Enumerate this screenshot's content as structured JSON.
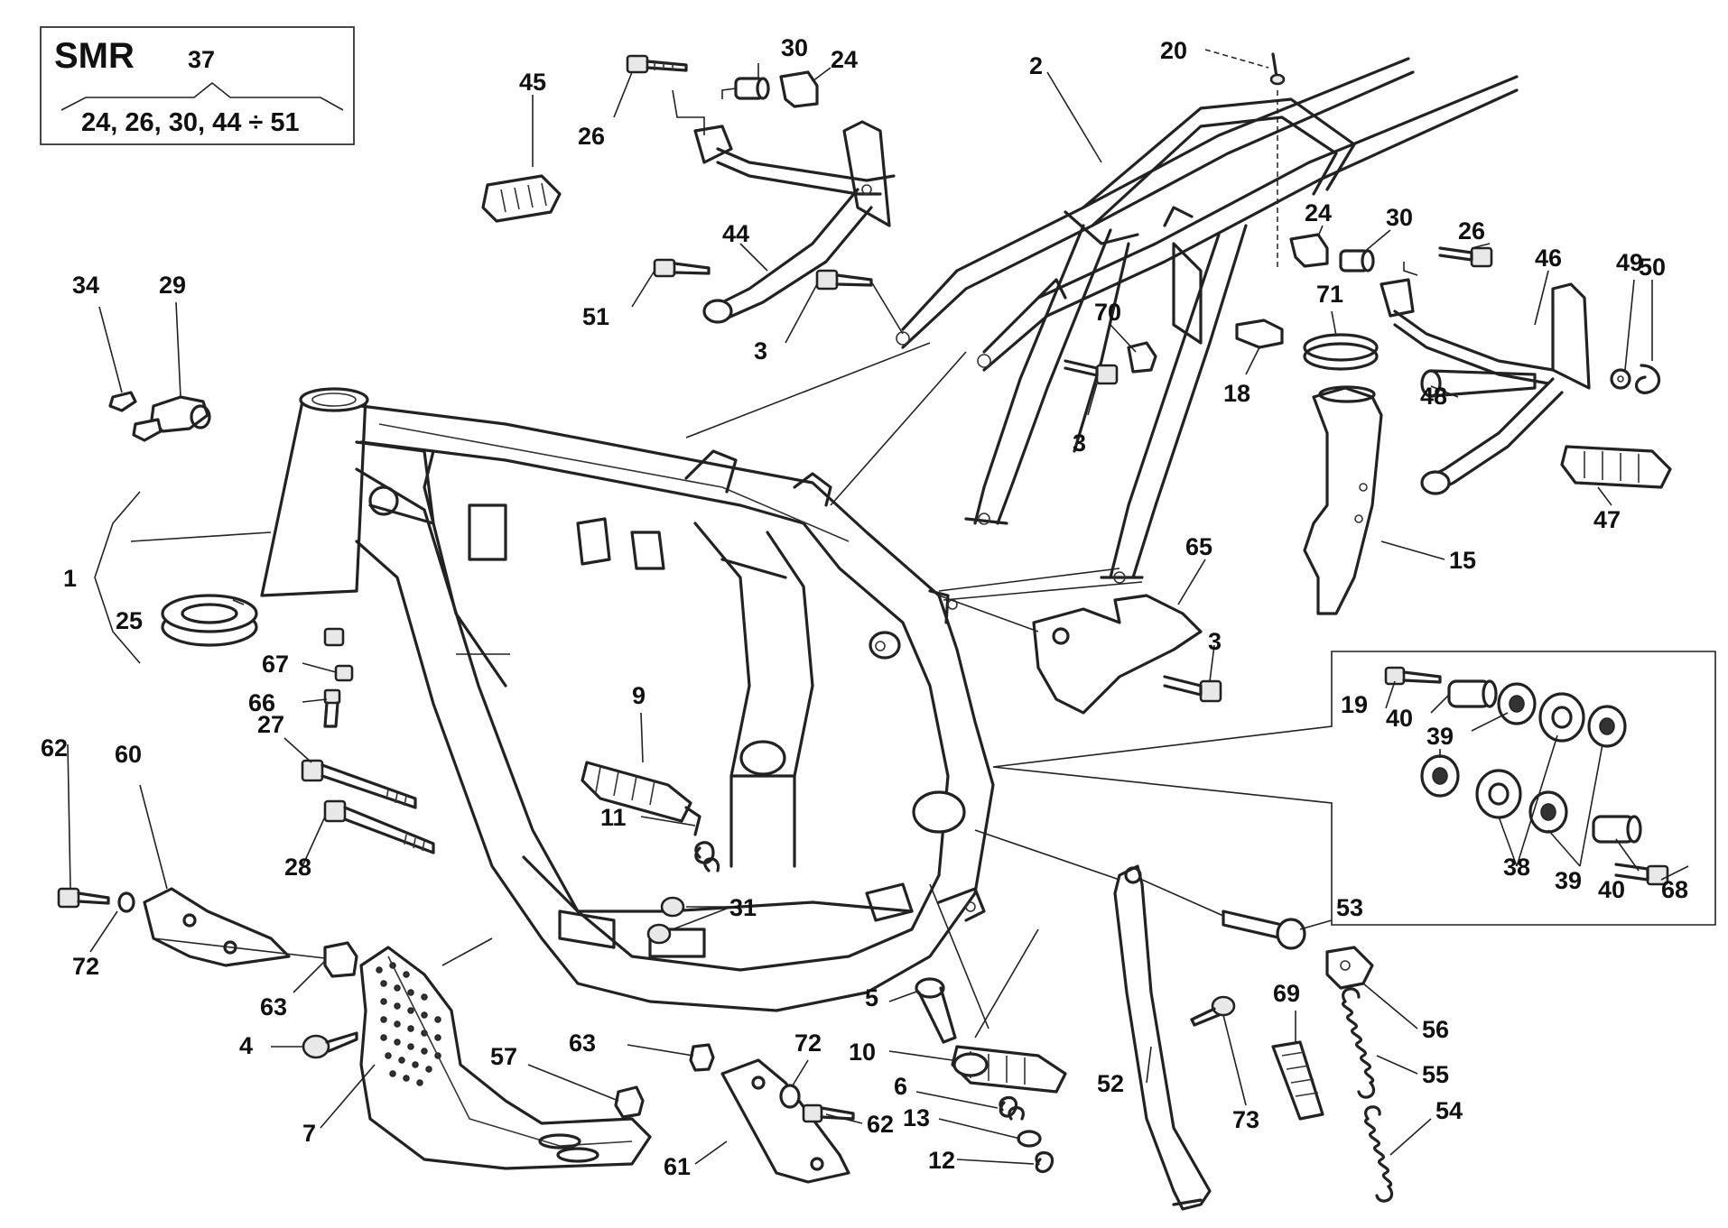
{
  "model_box": {
    "title": "SMR",
    "group_number": "37",
    "group_parts": "24, 26, 30, 44 ÷ 51"
  },
  "callouts": [
    {
      "id": "c1",
      "text": "1"
    },
    {
      "id": "c2",
      "text": "2"
    },
    {
      "id": "c3a",
      "text": "3"
    },
    {
      "id": "c3b",
      "text": "3"
    },
    {
      "id": "c3c",
      "text": "3"
    },
    {
      "id": "c4",
      "text": "4"
    },
    {
      "id": "c5",
      "text": "5"
    },
    {
      "id": "c6",
      "text": "6"
    },
    {
      "id": "c7",
      "text": "7"
    },
    {
      "id": "c9",
      "text": "9"
    },
    {
      "id": "c10",
      "text": "10"
    },
    {
      "id": "c11",
      "text": "11"
    },
    {
      "id": "c12",
      "text": "12"
    },
    {
      "id": "c13",
      "text": "13"
    },
    {
      "id": "c15",
      "text": "15"
    },
    {
      "id": "c18",
      "text": "18"
    },
    {
      "id": "c19",
      "text": "19"
    },
    {
      "id": "c20",
      "text": "20"
    },
    {
      "id": "c24a",
      "text": "24"
    },
    {
      "id": "c24b",
      "text": "24"
    },
    {
      "id": "c25",
      "text": "25"
    },
    {
      "id": "c26a",
      "text": "26"
    },
    {
      "id": "c26b",
      "text": "26"
    },
    {
      "id": "c27",
      "text": "27"
    },
    {
      "id": "c28",
      "text": "28"
    },
    {
      "id": "c29",
      "text": "29"
    },
    {
      "id": "c30a",
      "text": "30"
    },
    {
      "id": "c30b",
      "text": "30"
    },
    {
      "id": "c31",
      "text": "31"
    },
    {
      "id": "c34",
      "text": "34"
    },
    {
      "id": "c38",
      "text": "38"
    },
    {
      "id": "c39a",
      "text": "39"
    },
    {
      "id": "c39b",
      "text": "39"
    },
    {
      "id": "c40a",
      "text": "40"
    },
    {
      "id": "c40b",
      "text": "40"
    },
    {
      "id": "c44",
      "text": "44"
    },
    {
      "id": "c45",
      "text": "45"
    },
    {
      "id": "c46",
      "text": "46"
    },
    {
      "id": "c47",
      "text": "47"
    },
    {
      "id": "c48",
      "text": "48"
    },
    {
      "id": "c49",
      "text": "49"
    },
    {
      "id": "c50",
      "text": "50"
    },
    {
      "id": "c51",
      "text": "51"
    },
    {
      "id": "c52",
      "text": "52"
    },
    {
      "id": "c53",
      "text": "53"
    },
    {
      "id": "c54",
      "text": "54"
    },
    {
      "id": "c55",
      "text": "55"
    },
    {
      "id": "c56",
      "text": "56"
    },
    {
      "id": "c57",
      "text": "57"
    },
    {
      "id": "c60",
      "text": "60"
    },
    {
      "id": "c61",
      "text": "61"
    },
    {
      "id": "c62a",
      "text": "62"
    },
    {
      "id": "c62b",
      "text": "62"
    },
    {
      "id": "c63a",
      "text": "63"
    },
    {
      "id": "c63b",
      "text": "63"
    },
    {
      "id": "c65",
      "text": "65"
    },
    {
      "id": "c66",
      "text": "66"
    },
    {
      "id": "c67",
      "text": "67"
    },
    {
      "id": "c68",
      "text": "68"
    },
    {
      "id": "c69",
      "text": "69"
    },
    {
      "id": "c70",
      "text": "70"
    },
    {
      "id": "c71",
      "text": "71"
    },
    {
      "id": "c72a",
      "text": "72"
    },
    {
      "id": "c72b",
      "text": "72"
    },
    {
      "id": "c73",
      "text": "73"
    }
  ]
}
